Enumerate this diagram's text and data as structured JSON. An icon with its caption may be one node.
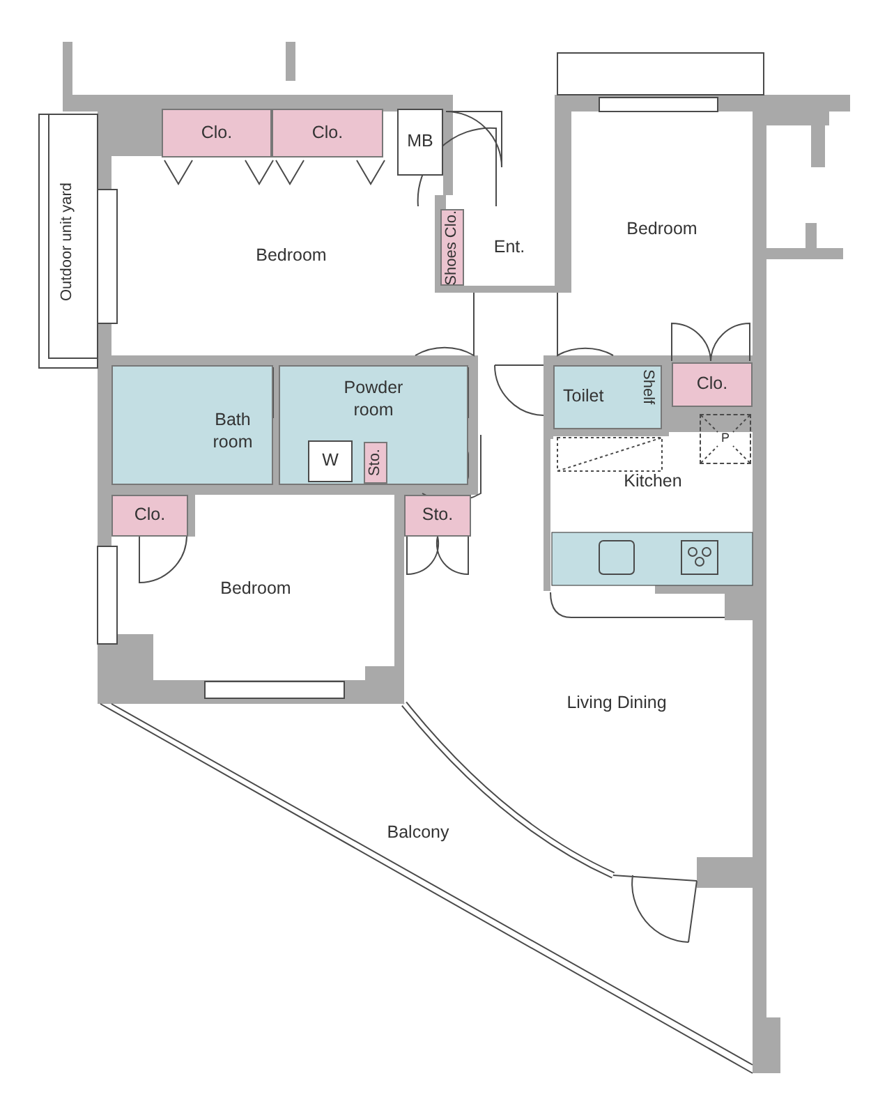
{
  "diagram": {
    "nodes": [
      {
        "text": [
          "Clo."
        ]
      },
      {
        "text": [
          "Clo."
        ]
      },
      {
        "text": [
          "MB"
        ]
      },
      {
        "text": [
          "Outdoor unit yard"
        ]
      },
      {
        "text": [
          "Bedroom"
        ]
      },
      {
        "text": [
          "Bedroom"
        ]
      },
      {
        "text": [
          "Shoes Clo."
        ]
      },
      {
        "text": [
          "Ent."
        ]
      },
      {
        "text": [
          "Powder room"
        ]
      },
      {
        "text": [
          "Bath room"
        ]
      },
      {
        "text": [
          "Toilet"
        ]
      },
      {
        "text": [
          "Clo."
        ]
      },
      {
        "text": [
          "W"
        ],
        "in": 8
      },
      {
        "text": [
          "Sto."
        ],
        "in": 8
      },
      {
        "text": [
          "Kitchen"
        ]
      },
      {
        "text": [
          "Clo."
        ]
      },
      {
        "text": [
          "Sto."
        ]
      },
      {
        "text": [
          "Bedroom"
        ]
      },
      {
        "text": [
          "Living Dining"
        ]
      },
      {
        "text": [
          "Balcony"
        ]
      },
      {
        "text": [
          "P"
        ]
      }
    ],
    "labels": [
      "Shelf"
    ]
  }
}
